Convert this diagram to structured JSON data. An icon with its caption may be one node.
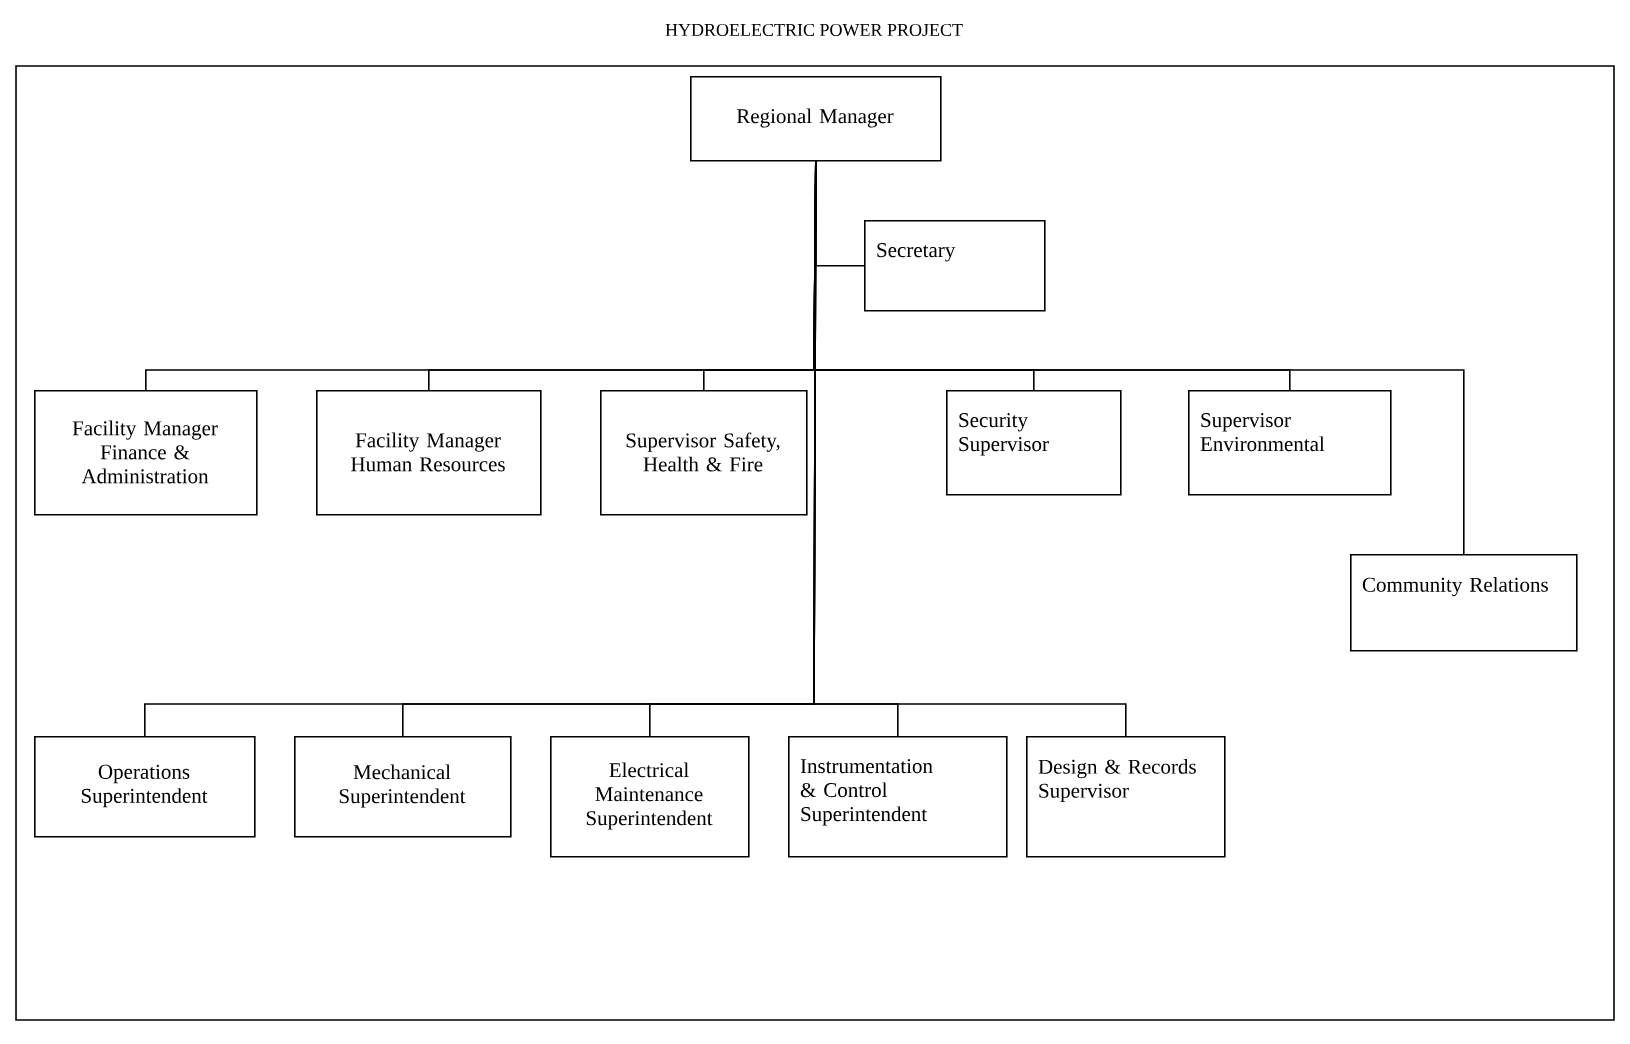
{
  "diagram": {
    "title": "HYDROELECTRIC POWER PROJECT",
    "nodes": [
      {
        "text": [
          "Regional Manager"
        ]
      },
      {
        "text": [
          "Secretary"
        ]
      },
      {
        "text": [
          "Facility Manager Finance & Administration"
        ]
      },
      {
        "text": [
          "Facility Manager Human Resources"
        ]
      },
      {
        "text": [
          "Supervisor Safety, Health & Fire"
        ]
      },
      {
        "text": [
          "Security Supervisor"
        ]
      },
      {
        "text": [
          "Supervisor Environmental"
        ]
      },
      {
        "text": [
          "Community Relations"
        ]
      },
      {
        "text": [
          "Operations Superintendent"
        ]
      },
      {
        "text": [
          "Mechanical Superintendent"
        ]
      },
      {
        "text": [
          "Electrical Maintenance Superintendent"
        ]
      },
      {
        "text": [
          "Instrumentation & Control Superintendent"
        ]
      },
      {
        "text": [
          "Design & Records Supervisor"
        ]
      }
    ],
    "edges": [
      {
        "from": 0,
        "to": 1,
        "arrow": "none"
      },
      {
        "from": 0,
        "to": 2,
        "arrow": "none"
      },
      {
        "from": 0,
        "to": 3,
        "arrow": "none"
      },
      {
        "from": 0,
        "to": 4,
        "arrow": "none"
      },
      {
        "from": 0,
        "to": 5,
        "arrow": "none"
      },
      {
        "from": 0,
        "to": 6,
        "arrow": "none"
      },
      {
        "from": 0,
        "to": 7,
        "arrow": "none"
      },
      {
        "from": 0,
        "to": 8,
        "arrow": "none"
      },
      {
        "from": 0,
        "to": 9,
        "arrow": "none"
      },
      {
        "from": 0,
        "to": 10,
        "arrow": "none"
      },
      {
        "from": 0,
        "to": 11,
        "arrow": "none"
      },
      {
        "from": 0,
        "to": 12,
        "arrow": "none"
      }
    ]
  }
}
